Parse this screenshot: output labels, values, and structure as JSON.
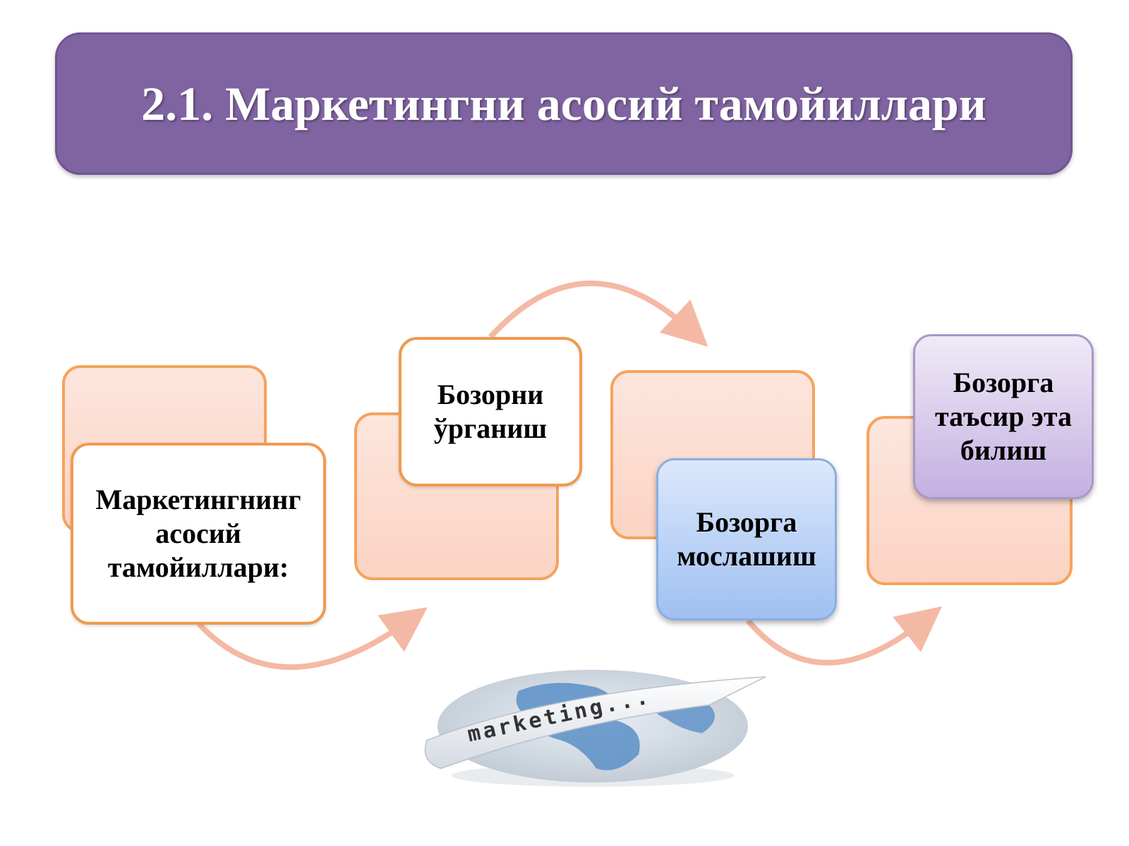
{
  "title": "2.1. Маркетингни асосий тамойиллари",
  "steps": [
    {
      "label": "Маркетингнинг асосий тамойиллари:"
    },
    {
      "label": "Бозорни ўрганиш"
    },
    {
      "label": "Бозорга мослашиш"
    },
    {
      "label": "Бозорга таъсир эта билиш"
    }
  ],
  "illustration": {
    "banner_text": "marketing..."
  },
  "colors": {
    "title_bg": "#8064a2",
    "box_border": "#f09a4f",
    "arc": "#f4b9a4",
    "blue_box": "#9fc0f2",
    "purple_box": "#c3b0e0"
  }
}
